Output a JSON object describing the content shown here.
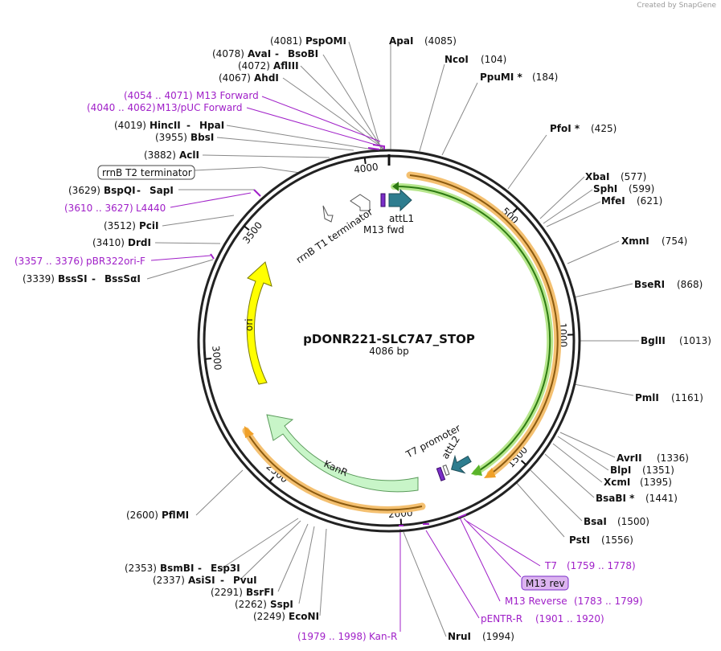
{
  "watermark": "Created by SnapGene",
  "plasmid": {
    "name": "pDONR221-SLC7A7_STOP",
    "length_label": "4086 bp",
    "length": 4086
  },
  "ticks": [
    "500",
    "1000",
    "1500",
    "2000",
    "2500",
    "3000",
    "3500",
    "4000"
  ],
  "enzymes": [
    {
      "name": "PspOMI",
      "pos": "(4081)"
    },
    {
      "name": "AvaI",
      "sep": " - ",
      "name2": "BsoBI",
      "pos": "(4078)"
    },
    {
      "name": "AflIII",
      "pos": "(4072)"
    },
    {
      "name": "AhdI",
      "pos": "(4067)"
    },
    {
      "name": "HincII",
      "sep": " - ",
      "name2": "HpaI",
      "pos": "(4019)"
    },
    {
      "name": "BbsI",
      "pos": "(3955)"
    },
    {
      "name": "AclI",
      "pos": "(3882)"
    },
    {
      "name": "BspQI",
      "sep": " - ",
      "name2": "SapI",
      "pos": "(3629)"
    },
    {
      "name": "PciI",
      "pos": "(3512)"
    },
    {
      "name": "DrdI",
      "pos": "(3410)"
    },
    {
      "name": "BssSI",
      "sep": " - ",
      "name2": "BssSαI",
      "pos": "(3339)"
    },
    {
      "name": "PflMI",
      "pos": "(2600)"
    },
    {
      "name": "BsmBI",
      "sep": " - ",
      "name2": "Esp3I",
      "pos": "(2353)"
    },
    {
      "name": "AsiSI",
      "sep": " - ",
      "name2": "PvuI",
      "pos": "(2337)"
    },
    {
      "name": "BsrFI",
      "pos": "(2291)"
    },
    {
      "name": "SspI",
      "pos": "(2262)"
    },
    {
      "name": "EcoNI",
      "pos": "(2249)"
    },
    {
      "name": "ApaI",
      "pos": "(4085)"
    },
    {
      "name": "NcoI",
      "pos": "(104)"
    },
    {
      "name": "PpuMI *",
      "pos": "(184)"
    },
    {
      "name": "PfoI *",
      "pos": "(425)"
    },
    {
      "name": "XbaI",
      "pos": "(577)"
    },
    {
      "name": "SphI",
      "pos": "(599)"
    },
    {
      "name": "MfeI",
      "pos": "(621)"
    },
    {
      "name": "XmnI",
      "pos": "(754)"
    },
    {
      "name": "BseRI",
      "pos": "(868)"
    },
    {
      "name": "BglII",
      "pos": "(1013)"
    },
    {
      "name": "PmlI",
      "pos": "(1161)"
    },
    {
      "name": "AvrII",
      "pos": "(1336)"
    },
    {
      "name": "BlpI",
      "pos": "(1351)"
    },
    {
      "name": "XcmI",
      "pos": "(1395)"
    },
    {
      "name": "BsaBI *",
      "pos": "(1441)"
    },
    {
      "name": "BsaI",
      "pos": "(1500)"
    },
    {
      "name": "PstI",
      "pos": "(1556)"
    },
    {
      "name": "NruI",
      "pos": "(1994)"
    }
  ],
  "primers": [
    {
      "name": "M13 Forward",
      "range": "(4054 .. 4071)"
    },
    {
      "name": "M13/pUC Forward",
      "range": "(4040 .. 4062)"
    },
    {
      "name": "L4440",
      "range": "(3610 .. 3627)"
    },
    {
      "name": "pBR322ori-F",
      "range": "(3357 .. 3376)"
    },
    {
      "name": "T7",
      "range": "(1759 .. 1778)"
    },
    {
      "name": "M13 rev",
      "range": ""
    },
    {
      "name": "M13 Reverse",
      "range": "(1783 .. 1799)"
    },
    {
      "name": "pENTR-R",
      "range": "(1901 .. 1920)"
    },
    {
      "name": "Kan-R",
      "range": "(1979 .. 1998)"
    }
  ],
  "features": [
    {
      "name": "rrnB T2 terminator"
    },
    {
      "name": "rrnB T1 terminator"
    },
    {
      "name": "attL1"
    },
    {
      "name": "M13 fwd"
    },
    {
      "name": "ori"
    },
    {
      "name": "KanR"
    },
    {
      "name": "T7 promoter"
    },
    {
      "name": "attL2"
    }
  ],
  "colors": {
    "backbone": "#222222",
    "primer": "#a020c8",
    "ori": "#ffff00",
    "kanr": "#c8f5c8",
    "ccdb_orange": "#f0a028",
    "green_region": "#5ab42a",
    "att": "#2e7d8f",
    "mrev_fill": "#dcb4f0"
  }
}
